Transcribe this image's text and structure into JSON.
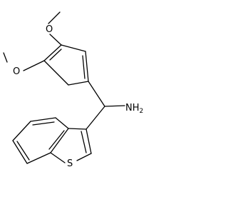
{
  "molecule": {
    "atoms": {
      "o_top": "O",
      "o_left": "O",
      "amine": "NH",
      "amine_sub": "2",
      "sulfur": "S"
    }
  }
}
